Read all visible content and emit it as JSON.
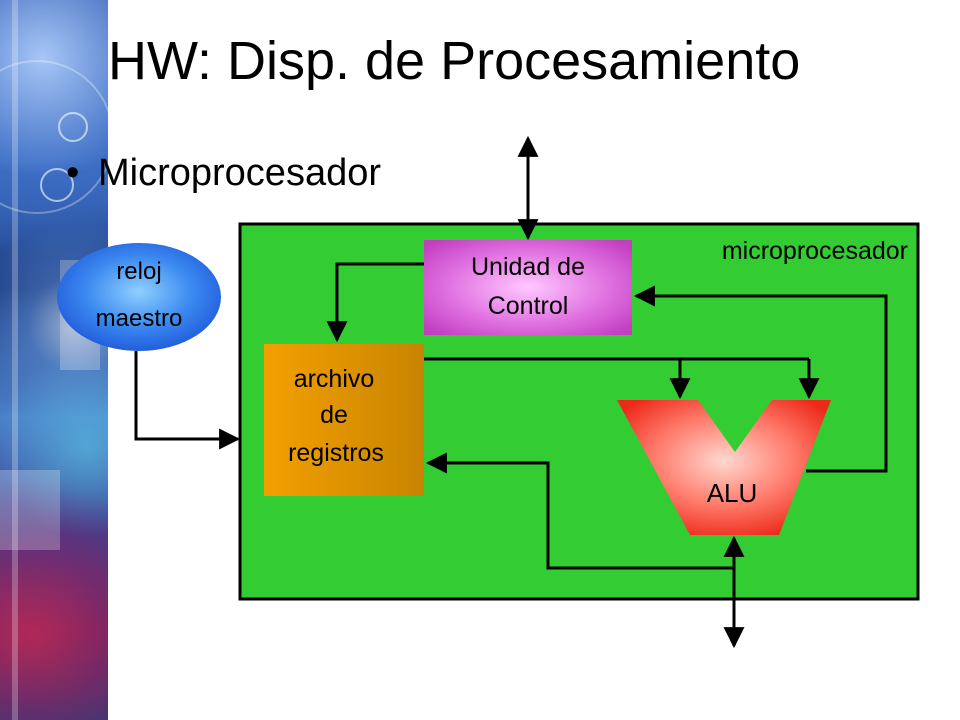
{
  "slide": {
    "title": "HW: Disp. de Procesamiento",
    "bullet": "Microprocesador"
  },
  "diagram": {
    "container_label": "microprocesador",
    "clock_line1": "reloj",
    "clock_line2": "maestro",
    "control_line1": "Unidad de",
    "control_line2": "Control",
    "registers_line1": "archivo",
    "registers_line2": "de",
    "registers_line3": "registros",
    "alu_label": "ALU"
  },
  "colors": {
    "container": "#33cc33",
    "clock": "#2f6fe0",
    "control": "#cc44cc",
    "registers": "#cc8800",
    "alu": "#ee3322",
    "wire": "#000000"
  }
}
